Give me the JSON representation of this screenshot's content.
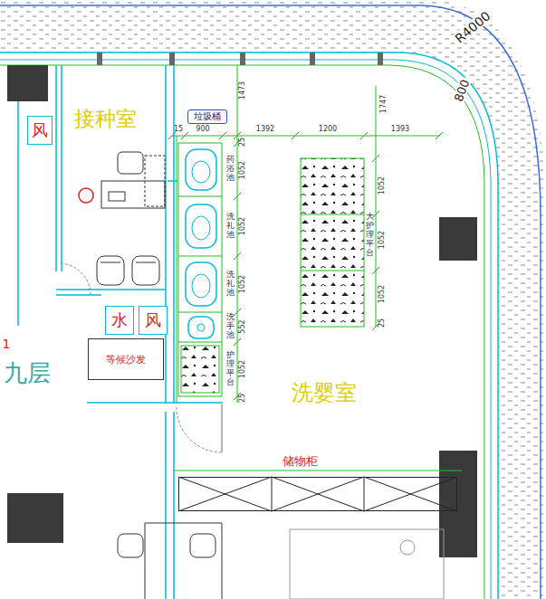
{
  "diagram": {
    "nodes": [
      {
        "text": [
          "风"
        ]
      },
      {
        "text": [
          "垃圾桶"
        ]
      },
      {
        "text": [
          "水"
        ]
      },
      {
        "text": [
          "风"
        ]
      },
      {
        "text": [
          "等候沙发"
        ]
      },
      {
        "text": [
          "大护理平台"
        ]
      },
      {
        "text": [
          "储物柜"
        ]
      }
    ],
    "labels": [
      "接种室",
      "九层",
      "1",
      "洗婴室",
      "药浴池",
      "洗礼池",
      "洗礼池",
      "洗手池",
      "护理平台",
      "R4000",
      "800",
      "1473",
      "1747",
      "15",
      "900",
      "1392",
      "1200",
      "1393",
      "25",
      "1052",
      "1052",
      "1052",
      "552",
      "1052",
      "25",
      "1052",
      "1052",
      "1052",
      "25"
    ]
  }
}
